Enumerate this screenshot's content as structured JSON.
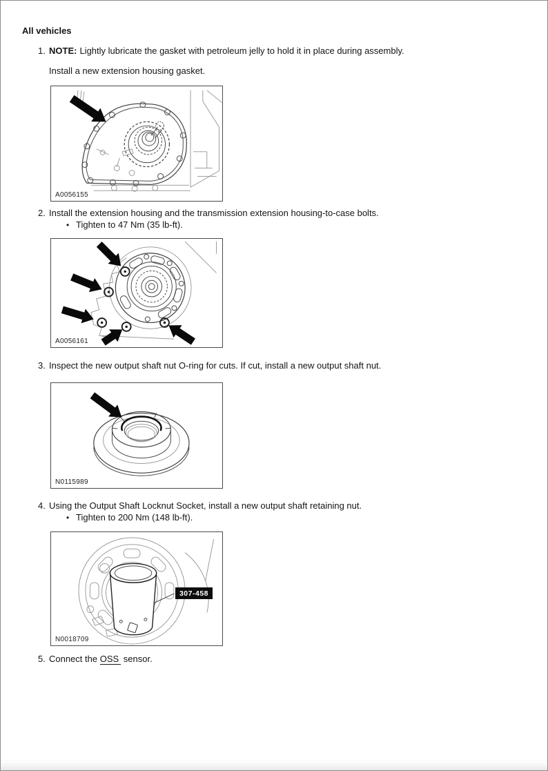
{
  "page": {
    "heading": "All vehicles"
  },
  "bullet_char": "•",
  "steps": [
    {
      "number": "1.",
      "note_label": "NOTE:",
      "note_text": "Lightly lubricate the gasket with petroleum jelly to hold it in place during assembly.",
      "para": "Install a new extension housing gasket."
    },
    {
      "number": "2.",
      "text": "Install the extension housing and the transmission extension housing-to-case bolts.",
      "bullet": "Tighten to 47 Nm (35 lb-ft)."
    },
    {
      "number": "3.",
      "text": "Inspect the new output shaft nut O-ring for cuts. If cut, install a new output shaft nut."
    },
    {
      "number": "4.",
      "text": "Using the Output Shaft Locknut Socket, install a new output shaft retaining nut.",
      "bullet": "Tighten to 200 Nm (148 lb-ft)."
    },
    {
      "number": "5.",
      "prefix": "Connect the ",
      "link": "OSS",
      "suffix": " sensor."
    }
  ],
  "figures": [
    {
      "label": "A0056155"
    },
    {
      "label": "A0056161"
    },
    {
      "label": "N0115989"
    },
    {
      "label": "N0018709",
      "callout": "307-458"
    }
  ]
}
